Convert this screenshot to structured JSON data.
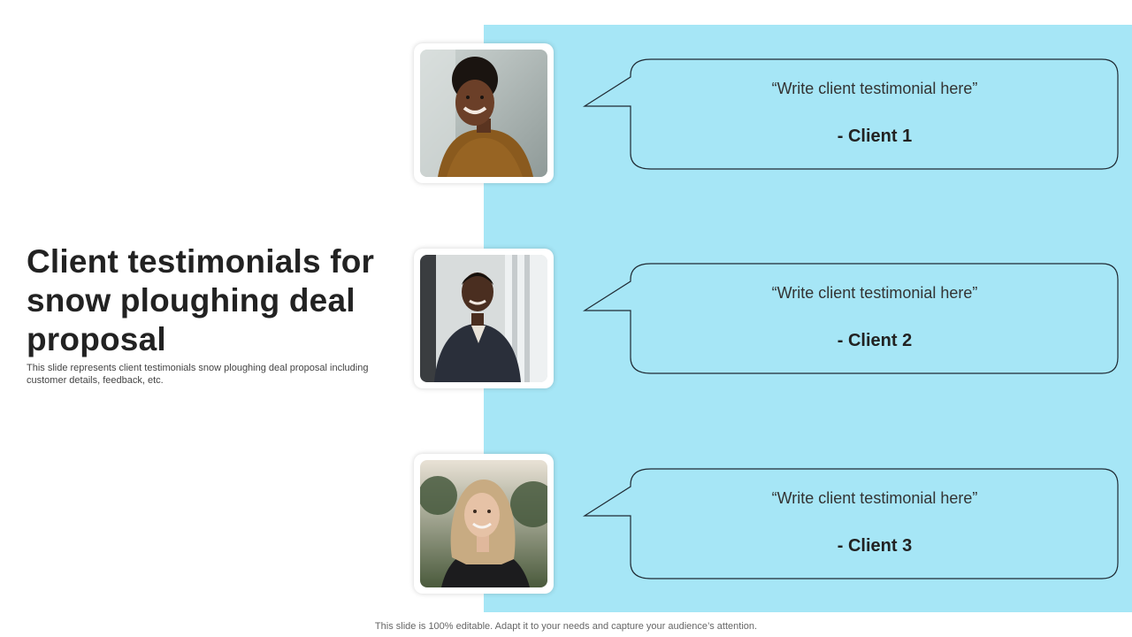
{
  "slide": {
    "title": "Client testimonials for snow ploughing deal proposal",
    "subtitle": "This slide represents client testimonials snow ploughing deal proposal including customer details, feedback, etc.",
    "footer": "This slide is 100% editable. Adapt it to your needs and capture your audience’s attention."
  },
  "colors": {
    "panel": "#a6e6f6",
    "bubble_stroke": "#1f2a33",
    "title": "#222222"
  },
  "testimonials": [
    {
      "quote": "“Write client testimonial here”",
      "client": "- Client 1",
      "photo_icon": "woman-portrait-photo"
    },
    {
      "quote": "“Write client testimonial here”",
      "client": "- Client 2",
      "photo_icon": "man-portrait-photo"
    },
    {
      "quote": "“Write client testimonial here”",
      "client": "- Client 3",
      "photo_icon": "woman-portrait-photo"
    }
  ]
}
